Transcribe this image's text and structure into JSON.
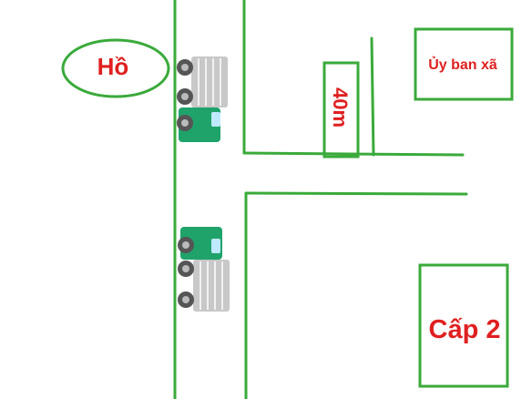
{
  "labels": {
    "lake": "Hồ",
    "committee": "Ủy ban xã",
    "school": "Cấp 2",
    "distance": "40m"
  },
  "colors": {
    "road": "#3aaa3a",
    "label": "#e02020",
    "truck_cab": "#1fa36b",
    "truck_cargo": "#c8c8c8",
    "wheel": "#555555"
  },
  "icons": [
    "truck-icon",
    "truck-icon"
  ]
}
